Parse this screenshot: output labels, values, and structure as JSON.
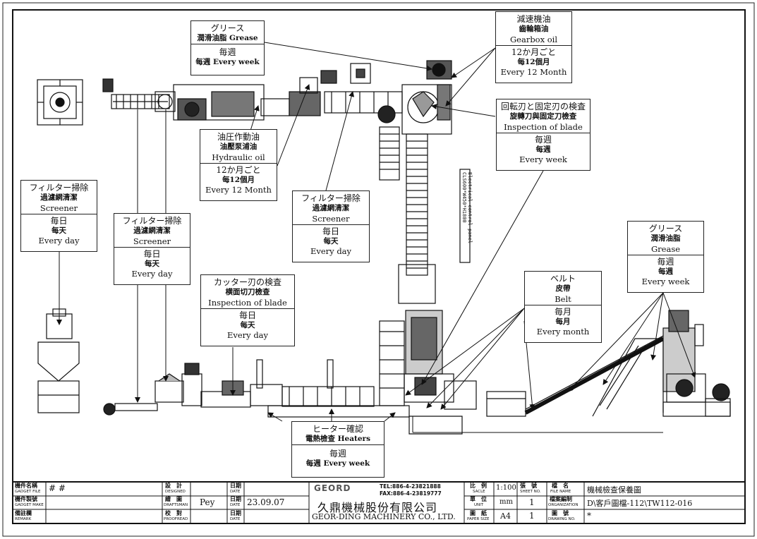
{
  "callouts": [
    {
      "id": "grease-top",
      "lines": [
        "グリース",
        "潤滑油脂 Grease"
      ],
      "freq": [
        "毎週",
        "每週 Every week"
      ]
    },
    {
      "id": "gearbox",
      "lines": [
        "減速機油",
        "齒輪箱油",
        "Gearbox oil"
      ],
      "freq": [
        "12か月ごと",
        "每12個月",
        "Every 12 Month"
      ]
    },
    {
      "id": "blade-top",
      "lines": [
        "回転刃と固定刃の検査",
        "旋轉刀與固定刀檢查",
        "Inspection of blade"
      ],
      "freq": [
        "毎週",
        "每週",
        "Every week"
      ]
    },
    {
      "id": "hydraulic",
      "lines": [
        "油圧作動油",
        "油壓泵浦油",
        "Hydraulic oil"
      ],
      "freq": [
        "12か月ごと",
        "每12個月",
        "Every 12 Month"
      ]
    },
    {
      "id": "filter-left",
      "lines": [
        "フィルター掃除",
        "過濾網清潔",
        "Screener"
      ],
      "freq": [
        "毎日",
        "每天",
        "Every day"
      ]
    },
    {
      "id": "filter-mid",
      "lines": [
        "フィルター掃除",
        "過濾網清潔",
        "Screener"
      ],
      "freq": [
        "毎日",
        "每天",
        "Every day"
      ]
    },
    {
      "id": "filter-right",
      "lines": [
        "フィルター掃除",
        "過濾網清潔",
        "Screener"
      ],
      "freq": [
        "毎日",
        "每天",
        "Every day"
      ]
    },
    {
      "id": "cutter",
      "lines": [
        "カッター刃の検査",
        "横面切刀檢查",
        "Inspection of blade"
      ],
      "freq": [
        "毎日",
        "每天",
        "Every day"
      ]
    },
    {
      "id": "belt",
      "lines": [
        "ベルト",
        "皮帶",
        "Belt"
      ],
      "freq": [
        "毎月",
        "每月",
        "Every month"
      ]
    },
    {
      "id": "grease-right",
      "lines": [
        "グリース",
        "潤滑油脂",
        "Grease"
      ],
      "freq": [
        "毎週",
        "每週",
        "Every week"
      ]
    },
    {
      "id": "heaters",
      "lines": [
        "ヒーター確認",
        "電熱檢查 Heaters"
      ],
      "freq": [
        "毎週",
        "每週 Every week"
      ]
    }
  ],
  "panel_label": "Electrical control panel\nCLS600*W450*H1800",
  "title_block": {
    "gadget_file_label": "機件名稱",
    "gadget_file_sub": "GADGET FILE",
    "gadget_file_value": "# #",
    "gadget_make_label": "機件製號",
    "gadget_make_sub": "GADGET MAKE",
    "remark_label": "備註欄",
    "remark_sub": "REMARK",
    "designed_label": "設　計",
    "designed_sub": "DESIGNED",
    "draftsman_label": "繪　圖",
    "draftsman_sub": "DRAFTSMAN",
    "draftsman_value": "Pey",
    "proofread_label": "校　對",
    "proofread_sub": "PROOFREAD",
    "date_label": "日期",
    "date_sub": "DATE",
    "date_value": "23.09.07",
    "company_logo": "GEORD",
    "tel": "TEL:886-4-23821888",
    "fax": "FAX:886-4-23819777",
    "company_cn": "久鼎機械股份有限公司",
    "company_en": "GEOR-DING MACHINERY CO., LTD.",
    "scale_label": "比　例",
    "scale_sub": "SACLE",
    "scale_value": "1:100",
    "unit_label": "單　位",
    "unit_sub": "UNIT",
    "unit_value": "mm",
    "paper_label": "圖　紙",
    "paper_sub": "PAPER SIZE",
    "paper_value": "A4",
    "sheet_label": "張　號",
    "sheet_sub": "SHEET NO.",
    "sheet_value": "1",
    "sheet_value2": "1",
    "sheet_value3": "1",
    "file_name_label": "檔　名",
    "file_name_sub": "FILE NAME",
    "file_name_value": "機械檢查保養圖",
    "org_label": "檔案編制",
    "org_sub": "ORGANIZATION",
    "org_value": "D\\客戶圖檔-112\\TW112-016",
    "drawing_label": "圖　號",
    "drawing_sub": "DRAWING NO.",
    "drawing_value": "*"
  }
}
